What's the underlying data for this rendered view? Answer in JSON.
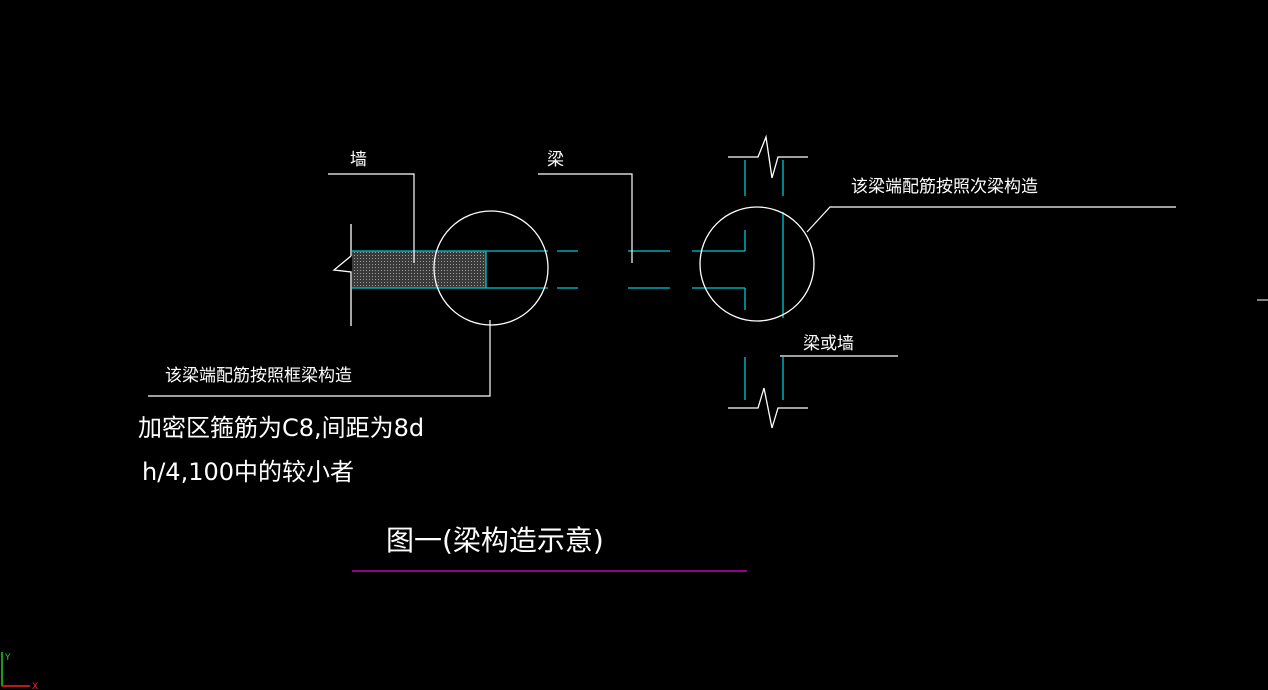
{
  "labels": {
    "wall": "墙",
    "beam": "梁",
    "right_note": "该梁端配筋按照次梁构造",
    "beam_or_wall": "梁或墙",
    "left_note": "该梁端配筋按照框梁构造",
    "stirrup_line1": "加密区箍筋为C8,间距为8d",
    "stirrup_line2": "h/4,100中的较小者",
    "figure_title": "图一(梁构造示意)"
  },
  "ucs": {
    "x_label": "X",
    "y_label": "Y"
  },
  "colors": {
    "background": "#000000",
    "outline": "#ffffff",
    "beam_line": "#00c8d2",
    "title_underline": "#c000c0",
    "axis_x": "#ff2020",
    "axis_y": "#20d020"
  }
}
